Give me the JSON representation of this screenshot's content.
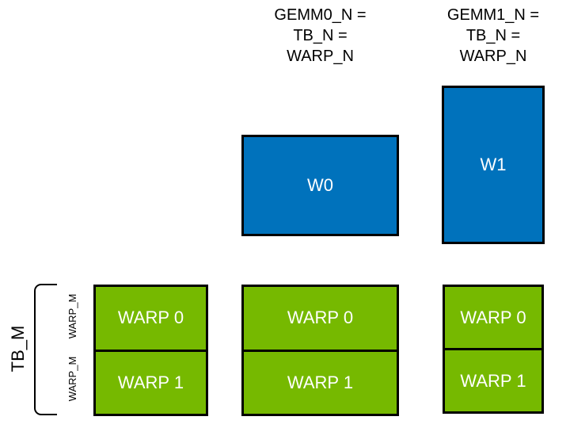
{
  "diagram": {
    "headers": [
      {
        "lines": [
          "GEMM0_N =",
          "TB_N =",
          "WARP_N"
        ]
      },
      {
        "lines": [
          "GEMM1_N =",
          "TB_N =",
          "WARP_N"
        ]
      }
    ],
    "blue_boxes": [
      {
        "label": "W0"
      },
      {
        "label": "W1"
      }
    ],
    "green_columns": [
      {
        "rows": [
          "WARP 0",
          "WARP 1"
        ]
      },
      {
        "rows": [
          "WARP 0",
          "WARP 1"
        ]
      },
      {
        "rows": [
          "WARP 0",
          "WARP 1"
        ]
      }
    ],
    "left_axis": {
      "tb_label": "TB_M",
      "warp_labels": [
        "WARP_M",
        "WARP_M"
      ]
    },
    "colors": {
      "blue": "#0072BC",
      "green": "#76B900",
      "border": "#000000",
      "background": "#FFFFFF",
      "box_text": "#FFFFFF",
      "label_text": "#000000"
    }
  }
}
